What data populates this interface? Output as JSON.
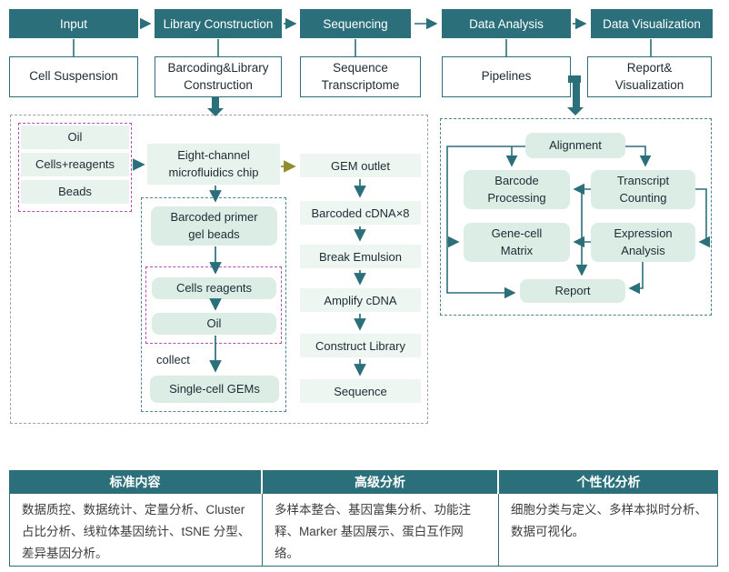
{
  "colors": {
    "teal": "#2a6f7a",
    "olive": "#8e8e30",
    "magenta": "#b44fb0",
    "light_box_fill": "#e8f3ee",
    "rounded_box_fill": "#dcede6"
  },
  "phases": [
    {
      "label": "Input",
      "sub": "Cell Suspension"
    },
    {
      "label": "Library Construction",
      "sub": "Barcoding&Library\nConstruction"
    },
    {
      "label": "Sequencing",
      "sub": "Sequence\nTranscriptome"
    },
    {
      "label": "Data Analysis",
      "sub": "Pipelines"
    },
    {
      "label": "Data Visualization",
      "sub": "Report&\nVisualization"
    }
  ],
  "library_panel": {
    "inputs": [
      "Oil",
      "Cells+reagents",
      "Beads"
    ],
    "chip": "Eight-channel\nmicrofluidics chip",
    "gel_beads": "Barcoded primer\ngel beads",
    "gem_contents": [
      "Cells reagents",
      "Oil"
    ],
    "collect_label": "collect",
    "single_cell_gems": "Single-cell GEMs",
    "pipeline": [
      "GEM outlet",
      "Barcoded cDNA×8",
      "Break Emulsion",
      "Amplify cDNA",
      "Construct Library",
      "Sequence"
    ]
  },
  "analysis_panel": {
    "alignment": "Alignment",
    "barcode_processing": "Barcode\nProcessing",
    "transcript_counting": "Transcript\nCounting",
    "gene_cell_matrix": "Gene-cell\nMatrix",
    "expression_analysis": "Expression\nAnalysis",
    "report": "Report"
  },
  "table": {
    "headers": [
      "标准内容",
      "高级分析",
      "个性化分析"
    ],
    "rows": [
      [
        "数据质控、数据统计、定量分析、Cluster 占比分析、线粒体基因统计、tSNE 分型、差异基因分析。",
        "多样本整合、基因富集分析、功能注释、Marker 基因展示、蛋白互作网络。",
        "细胞分类与定义、多样本拟时分析、数据可视化。"
      ]
    ]
  }
}
